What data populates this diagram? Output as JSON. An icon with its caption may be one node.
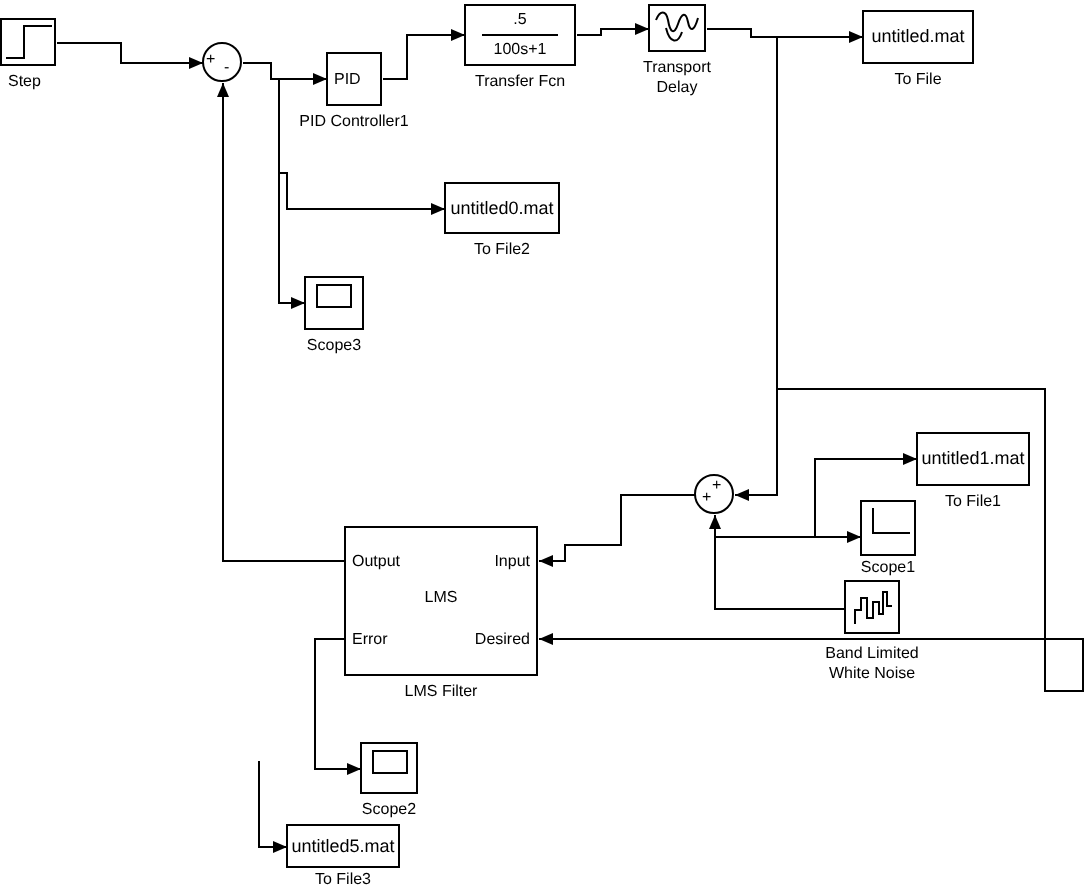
{
  "diagram": {
    "nodes": [
      {
        "text": [],
        "shape": "box",
        "beside": [
          "Step"
        ]
      },
      {
        "text": [
          "+",
          "-"
        ]
      },
      {
        "text": [
          "PID"
        ],
        "beside": [
          "PID Controller1"
        ]
      },
      {
        "text": [
          ".5",
          "100s+1"
        ],
        "beside": [
          "Transfer Fcn"
        ]
      },
      {
        "text": [],
        "shape": "box",
        "beside": [
          "Transport Delay"
        ]
      },
      {
        "text": [
          "untitled.mat"
        ],
        "beside": [
          "To File"
        ]
      },
      {
        "text": [
          "untitled0.mat"
        ],
        "beside": [
          "To File2"
        ]
      },
      {
        "text": [],
        "shape": "box",
        "beside": [
          "Scope3"
        ]
      },
      {
        "text": [
          "untitled1.mat"
        ],
        "beside": [
          "To File1"
        ]
      },
      {
        "text": [
          "+",
          "+"
        ]
      },
      {
        "text": [],
        "shape": "box",
        "beside": [
          "Scope1"
        ]
      },
      {
        "text": [
          "Output",
          "Input",
          "LMS",
          "Error",
          "Desired"
        ],
        "beside": [
          "LMS Filter"
        ]
      },
      {
        "text": [],
        "shape": "box",
        "beside": [
          "Band Limited White Noise"
        ]
      },
      {
        "text": [],
        "shape": "box",
        "beside": [
          "Scope2"
        ]
      },
      {
        "text": [
          "untitled5.mat"
        ],
        "beside": [
          "To File3"
        ]
      }
    ],
    "edges": [
      {
        "from": 0,
        "to": 1,
        "arrow": "to"
      },
      {
        "from": 1,
        "to": 2,
        "arrow": "to"
      },
      {
        "from": 1,
        "to": 6,
        "arrow": "to"
      },
      {
        "from": 1,
        "to": 7,
        "arrow": "to"
      },
      {
        "from": 2,
        "to": 3,
        "arrow": "to"
      },
      {
        "from": 3,
        "to": 4,
        "arrow": "to"
      },
      {
        "from": 4,
        "to": 5,
        "arrow": "to"
      },
      {
        "from": 4,
        "to": 9,
        "arrow": "to"
      },
      {
        "from": 4,
        "to": 11,
        "arrow": "to"
      },
      {
        "from": 9,
        "to": 11,
        "arrow": "to"
      },
      {
        "from": 11,
        "to": 1,
        "arrow": "to"
      },
      {
        "from": 12,
        "to": 9,
        "arrow": "to"
      },
      {
        "from": 12,
        "to": 10,
        "arrow": "to"
      },
      {
        "from": 12,
        "to": 8,
        "arrow": "to"
      },
      {
        "from": 11,
        "to": 13,
        "arrow": "to"
      },
      {
        "from": null,
        "to": 14,
        "arrow": "to"
      }
    ]
  }
}
